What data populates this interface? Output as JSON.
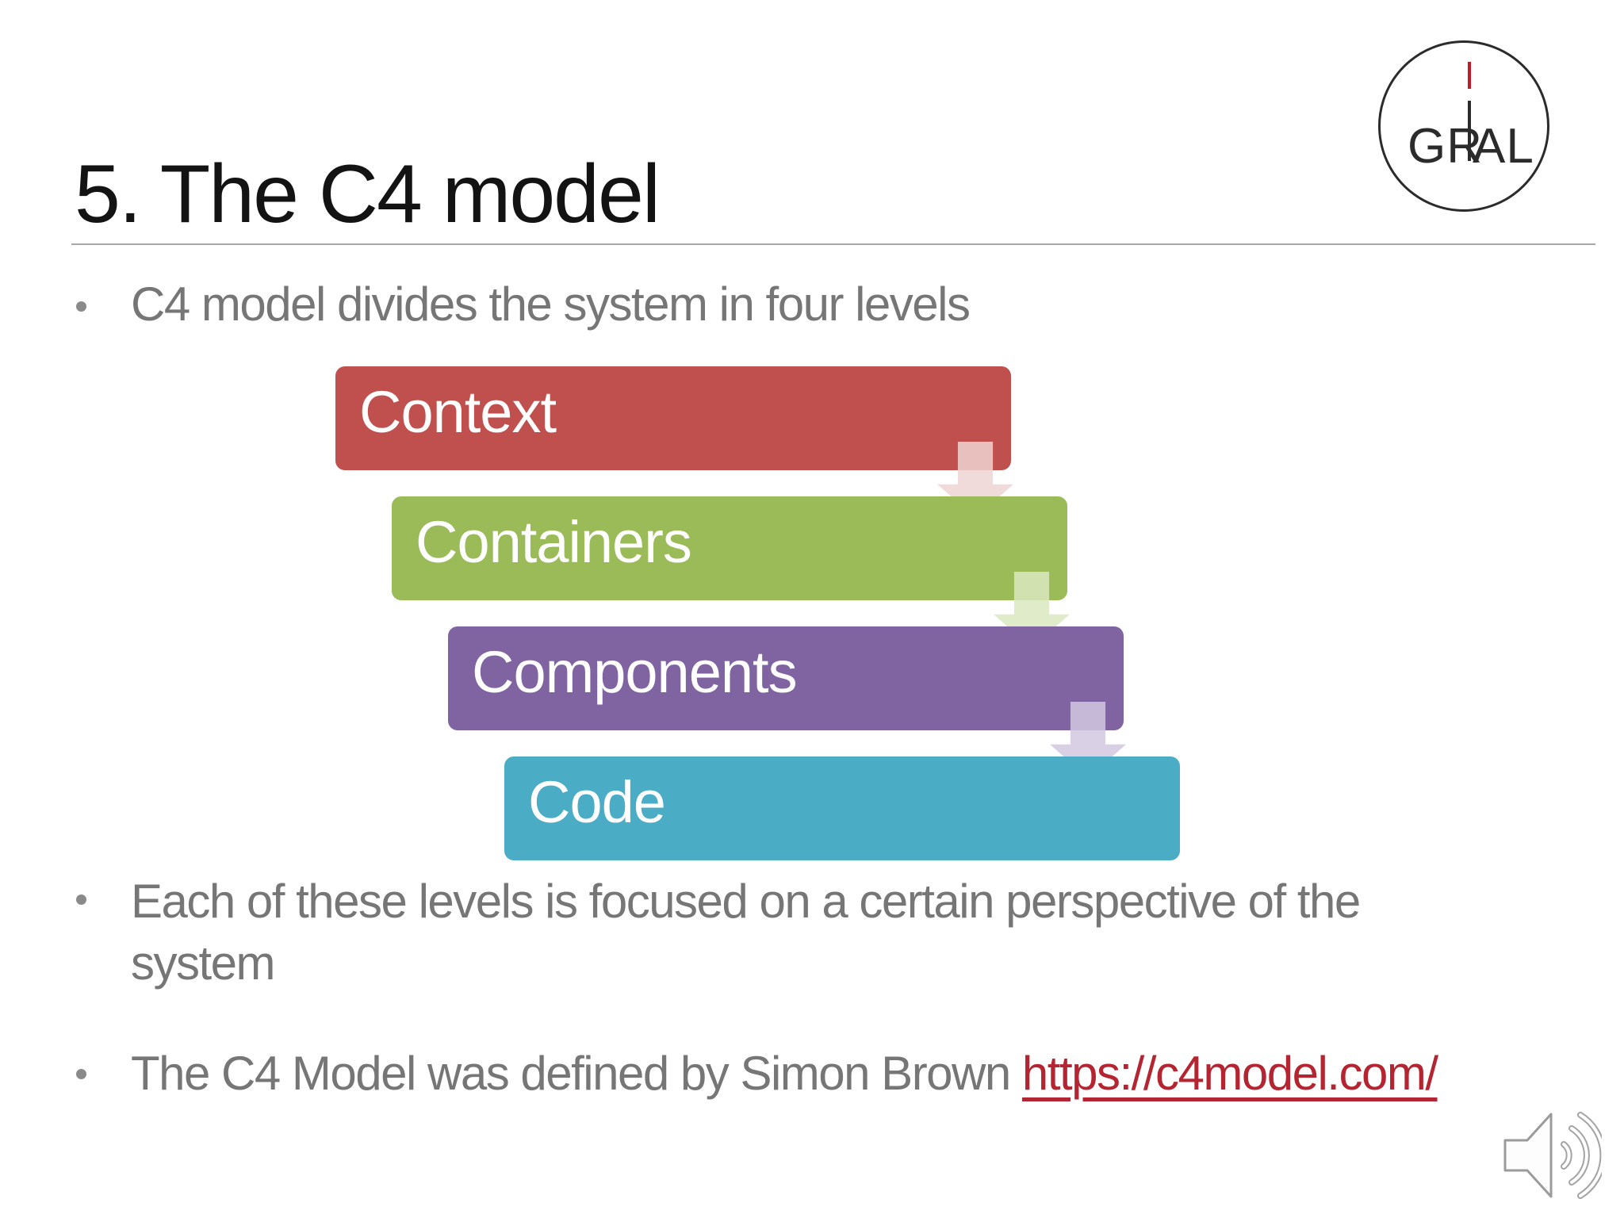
{
  "slide": {
    "title": "5. The C4 model",
    "bullets": {
      "b1": "C4 model divides the system in four levels",
      "b2_line1": "Each of these levels is focused on a certain perspective of the",
      "b2_line2": "system",
      "b3_text": "The C4 Model was defined by Simon Brown ",
      "b3_link": "https://c4model.com/"
    }
  },
  "logo": {
    "text_left": "GR",
    "text_right": "AL",
    "accent_color": "#c11b29"
  },
  "diagram": {
    "levels": [
      {
        "label": "Context",
        "color": "#c0504d"
      },
      {
        "label": "Containers",
        "color": "#9bbb59"
      },
      {
        "label": "Components",
        "color": "#8064a2"
      },
      {
        "label": "Code",
        "color": "#4bacc6"
      }
    ],
    "arrows": [
      {
        "from": "Context",
        "color": "rgba(238,213,211,0.85)"
      },
      {
        "from": "Containers",
        "color": "rgba(219,231,192,0.85)"
      },
      {
        "from": "Components",
        "color": "rgba(210,200,224,0.85)"
      }
    ]
  },
  "colors": {
    "link": "#b52531",
    "body_text": "#767676",
    "title_text": "#131313"
  },
  "icons": {
    "speaker": "speaker-audio-icon"
  }
}
